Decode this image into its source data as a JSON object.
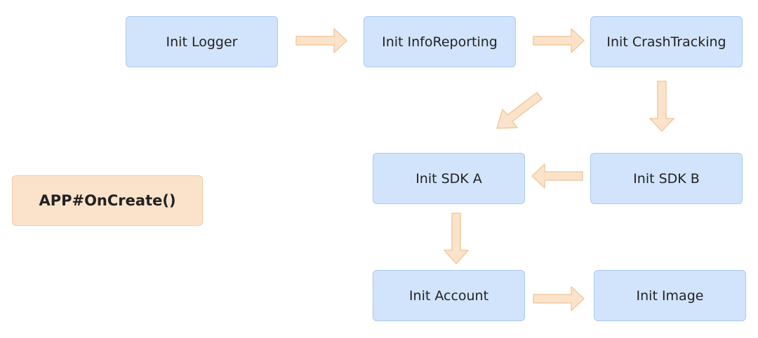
{
  "diagram": {
    "nodes": {
      "logger": {
        "label": "Init Logger"
      },
      "info": {
        "label": "Init InfoReporting"
      },
      "crash": {
        "label": "Init CrashTracking"
      },
      "sdk_a": {
        "label": "Init SDK A"
      },
      "sdk_b": {
        "label": "Init SDK B"
      },
      "account": {
        "label": "Init Account"
      },
      "image": {
        "label": "Init Image"
      },
      "app": {
        "label": "APP#OnCreate()"
      }
    },
    "edges": [
      {
        "from": "logger",
        "to": "info"
      },
      {
        "from": "info",
        "to": "crash"
      },
      {
        "from": "crash",
        "to": "sdk_b"
      },
      {
        "from": "crash",
        "to": "sdk_a"
      },
      {
        "from": "sdk_b",
        "to": "sdk_a"
      },
      {
        "from": "sdk_a",
        "to": "account"
      },
      {
        "from": "account",
        "to": "image"
      }
    ],
    "colors": {
      "step_fill": "#d2e4fb",
      "step_border": "#a9c9ef",
      "entry_fill": "#fbe3cb",
      "entry_border": "#f2ca9e",
      "arrow_fill": "#fbe3cb"
    }
  }
}
